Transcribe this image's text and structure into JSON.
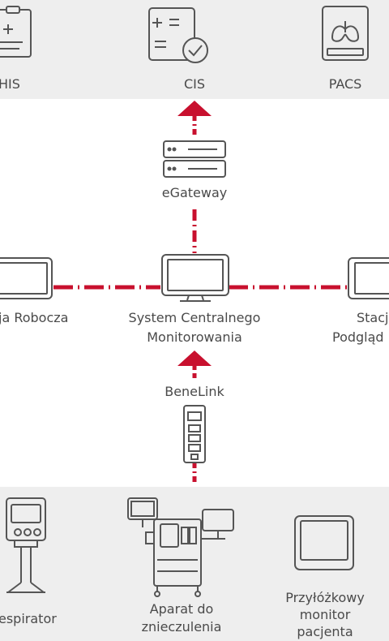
{
  "top_row": {
    "his": "HIS",
    "cis": "CIS",
    "pacs": "PACS"
  },
  "middle": {
    "gateway": "eGateway",
    "workstation": "ja Robocza",
    "central": {
      "line1": "System Centralnego",
      "line2": "Monitorowania"
    },
    "viewer": {
      "line1": "Stacj",
      "line2": "Podgląd"
    },
    "benelink": "BeneLink"
  },
  "bottom_row": {
    "respirator": "espirator",
    "anesthesia": {
      "line1": "Aparat do",
      "line2": "znieczulenia"
    },
    "bedside": {
      "line1": "Przyłóżkowy",
      "line2": "monitor",
      "line3": "pacjenta"
    }
  },
  "colors": {
    "link": "#c8102e",
    "icon_stroke": "#555555",
    "band": "#eeeeee"
  }
}
